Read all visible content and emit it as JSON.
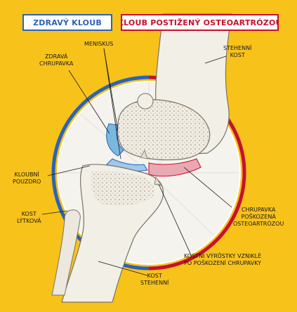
{
  "banners": {
    "healthy": "ZDRAVÝ KLOUB",
    "osteoarthritis": "KLOUB POSTIŽENÝ OSTEOARTRÓZOU"
  },
  "labels": {
    "meniscus": "MENISKUS",
    "healthy_cartilage": [
      "ZDRAVÁ",
      "CHRUPAVKA"
    ],
    "femur_top": [
      "STEHENNÍ",
      "KOST"
    ],
    "capsule": [
      "KLOUBNÍ",
      "POUZDRO"
    ],
    "fibula": [
      "KOST",
      "LÝTKOVÁ"
    ],
    "damaged_cartilage": [
      "CHRUPAVKA",
      "POŠKOZENÁ",
      "OSTEOARTRÓZOU"
    ],
    "osteophytes": [
      "KOSTNÍ VÝRŮSTKY VZNIKLÉ",
      "PO POŠKOZENÍ CHRUPAVKY"
    ],
    "femur_bottom": [
      "KOST",
      "STEHENNÍ"
    ]
  },
  "colors": {
    "background": "#f7c21a",
    "healthy": "#2b63b8",
    "osteoarthritis": "#c8102e",
    "bone": "#f2efe6",
    "cartilage": "#7ab8e0"
  }
}
